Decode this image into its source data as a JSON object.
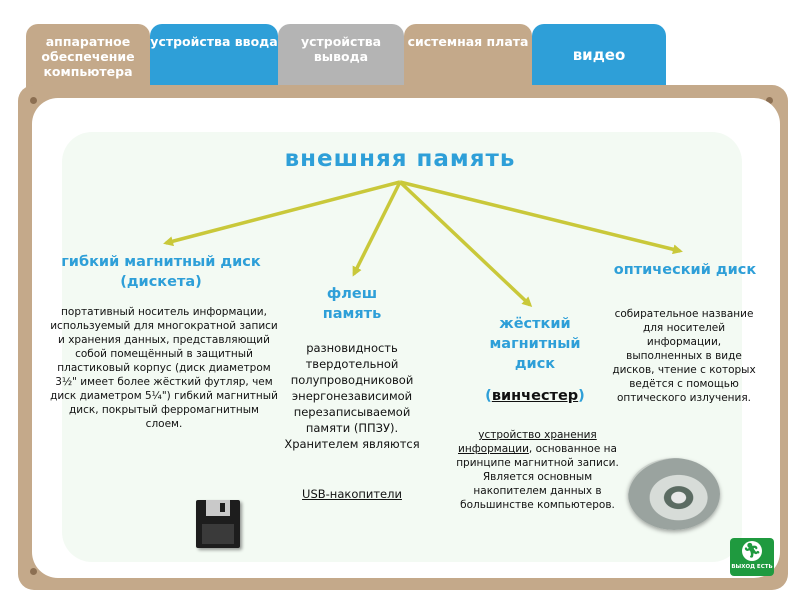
{
  "tabs": [
    {
      "label": "аппаратное обеспечение компьютера",
      "color": "#c4a98a"
    },
    {
      "label": "устройства ввода",
      "color": "#2e9fd8"
    },
    {
      "label": "устройства вывода",
      "color": "#b4b4b4"
    },
    {
      "label": "системная плата",
      "color": "#c4a98a"
    },
    {
      "label": "видео",
      "color": "#2e9fd8"
    }
  ],
  "title": "внешняя память",
  "floppy": {
    "heading": "гибкий магнитный диск (дискета)",
    "description": "портативный носитель информации, используемый для многократной записи и хранения данных, представляющий собой помещённый в защитный пластиковый корпус (диск диаметром 3½\" имеет более жёсткий футляр, чем диск диаметром 5¼\") гибкий магнитный диск, покрытый ферромагнитным слоем."
  },
  "flash": {
    "heading": "флеш память",
    "description": "разновидность твердотельной полупроводниковой энергонезависимой перезаписываемой памяти (ППЗУ). Хранителем являются",
    "usb": "USB-накопители"
  },
  "hdd": {
    "heading": "жёсткий магнитный диск",
    "alias_open": "(",
    "alias": "винчестер",
    "alias_close": ")",
    "description_link": "устройство хранения информации",
    "description": ", основанное на принципе магнитной записи. Является основным накопителем данных в большинстве компьютеров."
  },
  "optical": {
    "heading": "оптический диск",
    "description": "собирательное название для носителей информации, выполненных в виде дисков, чтение с которых ведётся с помощью оптического излучения."
  },
  "exit": {
    "label": "ВЫХОД ЕСТЬ",
    "icon": "running-man-icon"
  },
  "colors": {
    "accent": "#2e9fd8",
    "frame": "#c4a98a",
    "arrow": "#c9c83a",
    "exit": "#1f9a3f"
  }
}
